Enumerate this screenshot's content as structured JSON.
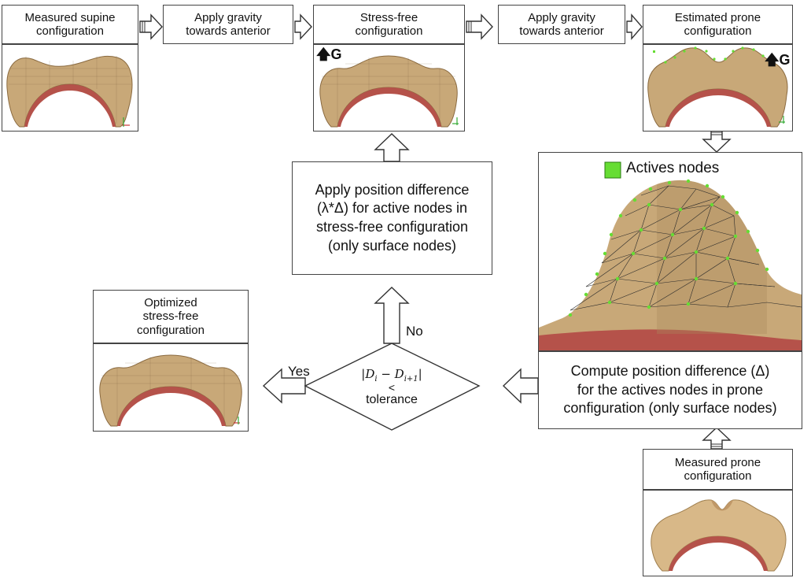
{
  "steps": {
    "supine": "Measured supine\nconfiguration",
    "gravity1": "Apply gravity\ntowards anterior",
    "stress_free": "Stress-free\nconfiguration",
    "gravity2": "Apply gravity\ntowards anterior",
    "est_prone": "Estimated prone\nconfiguration",
    "apply_diff": "Apply position difference\n(λ*Δ) for active nodes in\nstress-free configuration\n(only surface nodes)",
    "compute_diff": "Compute position difference (Δ)\nfor the actives nodes in prone\nconfiguration (only surface nodes)",
    "optimized": "Optimized\nstress-free\nconfiguration",
    "meas_prone": "Measured prone\nconfiguration"
  },
  "decision": {
    "formula": "|D",
    "sub_i": "i",
    "minus": " − D",
    "sub_i1": "i+1",
    "close": "|",
    "lt": "<",
    "tolerance": "tolerance",
    "yes": "Yes",
    "no": "No"
  },
  "gravity_label": "G",
  "legend": {
    "active_nodes": "Actives nodes"
  },
  "colors": {
    "tissue": "#c8a878",
    "muscle": "#b5524a",
    "node": "#66dd33",
    "border": "#444444"
  }
}
